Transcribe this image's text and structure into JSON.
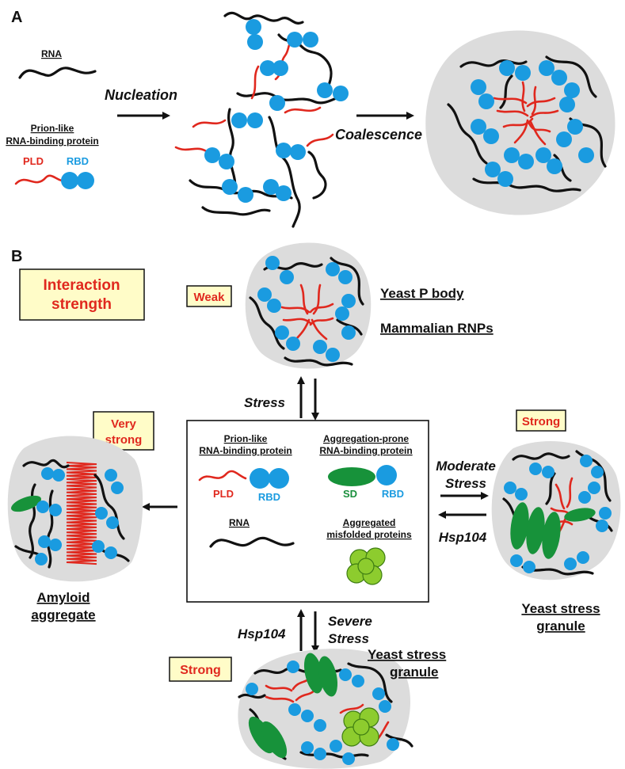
{
  "panel_a": {
    "letter": "A",
    "rna_label": "RNA",
    "protein_label_line1": "Prion-like",
    "protein_label_line2": "RNA-binding protein",
    "pld_label": "PLD",
    "rbd_label": "RBD",
    "step1": "Nucleation",
    "step2": "Coalescence"
  },
  "panel_b": {
    "letter": "B",
    "legend_box_line1": "Interaction",
    "legend_box_line2": "strength",
    "weak": {
      "strength": "Weak",
      "label1": "Yeast P body",
      "label2": "Mammalian RNPs"
    },
    "stress_label": "Stress",
    "center_box": {
      "prion_line1": "Prion-like",
      "prion_line2": "RNA-binding protein",
      "agg_prone_line1": "Aggregation-prone",
      "agg_prone_line2": "RNA-binding protein",
      "pld": "PLD",
      "rbd": "RBD",
      "sd": "SD",
      "rbd2": "RBD",
      "rna": "RNA",
      "misfolded_line1": "Aggregated",
      "misfolded_line2": "misfolded proteins"
    },
    "very_strong": {
      "strength_line1": "Very",
      "strength_line2": "strong",
      "label1": "Amyloid",
      "label2": "aggregate"
    },
    "right": {
      "strength": "Strong",
      "arrow_top_line1": "Moderate",
      "arrow_top_line2": "Stress",
      "arrow_bottom": "Hsp104",
      "label1": "Yeast stress",
      "label2": "granule"
    },
    "bottom": {
      "strength": "Strong",
      "arrow_left": "Hsp104",
      "arrow_right_line1": "Severe",
      "arrow_right_line2": "Stress",
      "label1": "Yeast stress",
      "label2": "granule"
    }
  },
  "colors": {
    "rna": "#111111",
    "pld": "#e0281e",
    "rbd": "#1a9be0",
    "sd": "#17923a",
    "aggregated": "#8dcc2e",
    "droplet": "#dcdcdc",
    "strength_box": "#fffcc8"
  }
}
